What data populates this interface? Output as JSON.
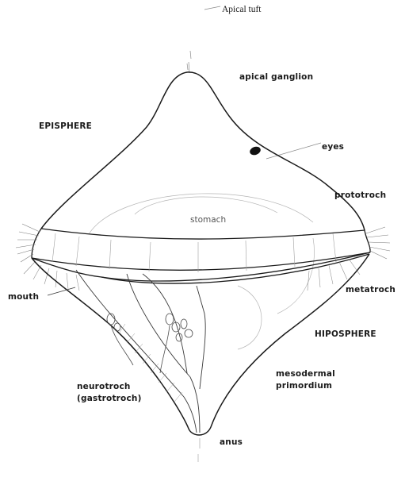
{
  "labels": {
    "apical_tuft": "Apical tuft",
    "apical_ganglion": "apical ganglion",
    "episphere": "EPISPHERE",
    "eyes": "eyes",
    "prototroch": "prototroch",
    "stomach": "stomach",
    "mouth": "mouth",
    "metatroch": "metatroch",
    "hiposphere": "HIPOSPHERE",
    "mesodermal": "mesodermal",
    "primordium": "primordium",
    "neurotroch": "neurotroch",
    "gastrotroch": "(gastrotroch)",
    "anus": "anus"
  },
  "colors": {
    "ink": "#1a1a1a",
    "faint": "#9a9a9a",
    "cilia": "#7a7a7a"
  }
}
